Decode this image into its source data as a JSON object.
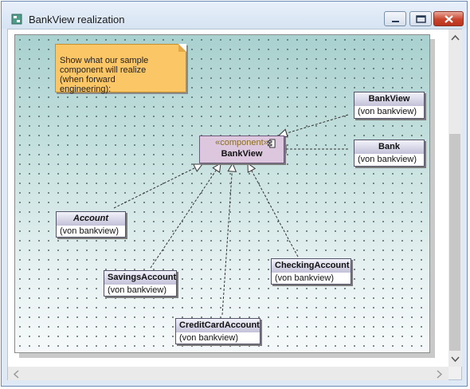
{
  "window": {
    "title": "BankView realization"
  },
  "note": {
    "text": "Show what our sample\ncomponent will realize\n(when forward\nengineering):"
  },
  "component": {
    "stereotype": "«component»",
    "name": "BankView"
  },
  "classes": [
    {
      "name": "BankView",
      "package": "(von bankview)",
      "abstract": false
    },
    {
      "name": "Bank",
      "package": "(von bankview)",
      "abstract": false
    },
    {
      "name": "Account",
      "package": "(von bankview)",
      "abstract": true
    },
    {
      "name": "SavingsAccount",
      "package": "(von bankview)",
      "abstract": false
    },
    {
      "name": "CheckingAccount",
      "package": "(von bankview)",
      "abstract": false
    },
    {
      "name": "CreditCardAccount",
      "package": "(von bankview)",
      "abstract": false
    }
  ],
  "icons": {
    "app": "diagram-icon",
    "minimize": "minimize-icon",
    "maximize": "maximize-icon",
    "close": "close-icon",
    "component": "component-icon"
  },
  "colors": {
    "note": "#fbc666",
    "component": "#dcc7de",
    "class_header": "#c2c1d8",
    "close_button": "#c8442c"
  }
}
